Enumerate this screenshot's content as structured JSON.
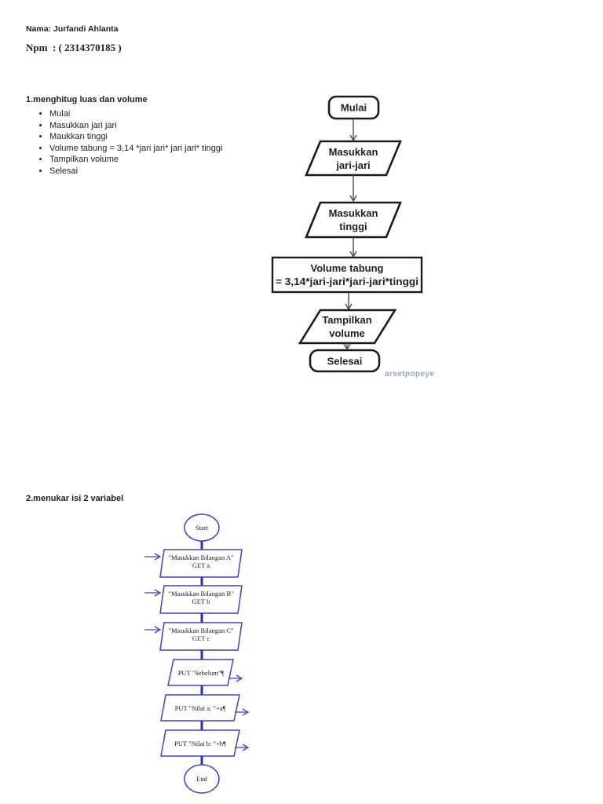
{
  "colors": {
    "text": "#1f1f1f",
    "fc1-stroke": "#1c1c1c",
    "fc1-arrow": "#4a4a4a",
    "fc2-stroke": "#4040d0",
    "fc2-connector": "#2c2cb8",
    "watermark": "#8fa9c7"
  },
  "header": {
    "name": "Nama: Jurfandi Ahlanta",
    "npm": "Npm  : ( 2314370185 )"
  },
  "section1": {
    "title": "1.menghitug luas dan volume",
    "bullets": [
      "Mulai",
      "Masukkan jari jari",
      "Maukkan tinggi",
      "Volume tabung = 3,14 *jari jari* jari jari* tinggi",
      "Tampilkan volume",
      "Selesai"
    ]
  },
  "flowchart1": {
    "start": "Mulai",
    "input_radius": {
      "line1": "Masukkan",
      "line2": "jari-jari"
    },
    "input_height": {
      "line1": "Masukkan",
      "line2": "tinggi"
    },
    "process": {
      "line1": "Volume tabung",
      "line2": "= 3,14*jari-jari*jari-jari*tinggi"
    },
    "output": {
      "line1": "Tampilkan",
      "line2": "volume"
    },
    "end": "Selesai"
  },
  "watermark": "arsetpopeye",
  "section2": {
    "title": "2.menukar isi 2 variabel"
  },
  "flowchart2": {
    "start": "Start",
    "get_a": {
      "line1": "\"Masukkan Bilangan A\"",
      "line2": "GET a"
    },
    "get_b": {
      "line1": "\"Masukkan Bilangan B\"",
      "line2": "GET b"
    },
    "get_c": {
      "line1": "\"Masukkan Bilangan C\"",
      "line2": "GET c"
    },
    "put_sebelum": "PUT \"Sebelum\"¶",
    "put_nilai_a": "PUT \"Nilai a: \"+a¶",
    "put_nilai_b": "PUT \"Nilai b: \"+b¶",
    "end": "End"
  }
}
